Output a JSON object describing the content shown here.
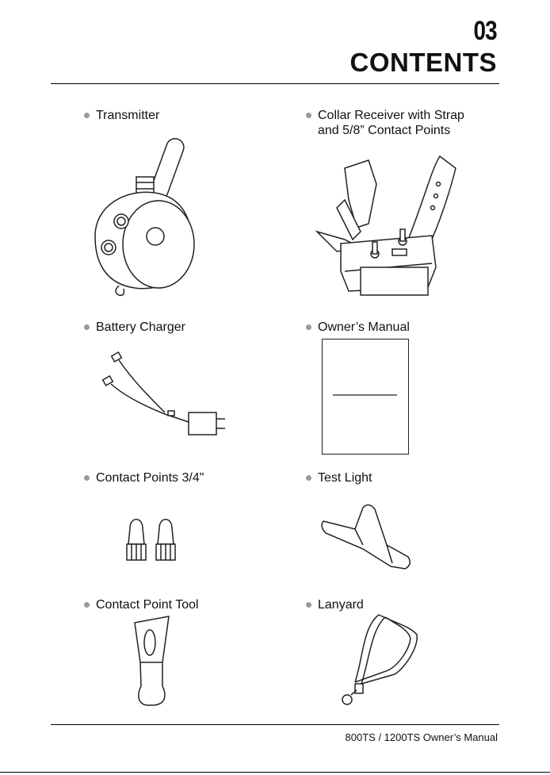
{
  "header": {
    "page_number": "03",
    "title": "CONTENTS"
  },
  "items": [
    {
      "label": "Transmitter",
      "icon": "transmitter-icon"
    },
    {
      "label": "Collar Receiver with Strap\nand 5/8” Contact Points",
      "icon": "collar-receiver-icon"
    },
    {
      "label": "Battery Charger",
      "icon": "battery-charger-icon"
    },
    {
      "label": "Owner’s Manual",
      "icon": "owners-manual-icon"
    },
    {
      "label": "Contact Points 3/4\"",
      "icon": "contact-points-icon"
    },
    {
      "label": "Test Light",
      "icon": "test-light-icon"
    },
    {
      "label": "Contact Point Tool",
      "icon": "contact-point-tool-icon"
    },
    {
      "label": "Lanyard",
      "icon": "lanyard-icon"
    }
  ],
  "footer": {
    "text": "800TS / 1200TS Owner’s Manual"
  }
}
